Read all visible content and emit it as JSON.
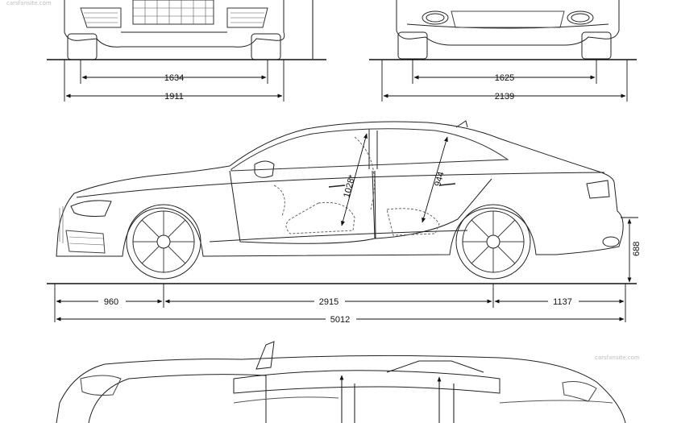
{
  "watermark": {
    "top_left": "carsfansite.com",
    "bottom_right": "carsfansite.com"
  },
  "front_view": {
    "track": "1634",
    "width": "1911"
  },
  "rear_view": {
    "track": "1625",
    "width_with_mirrors": "2139"
  },
  "side_view": {
    "front_headroom": "1028*",
    "rear_headroom": "944",
    "rear_height": "688",
    "front_overhang": "960",
    "wheelbase": "2915",
    "rear_overhang": "1137",
    "length": "5012"
  }
}
